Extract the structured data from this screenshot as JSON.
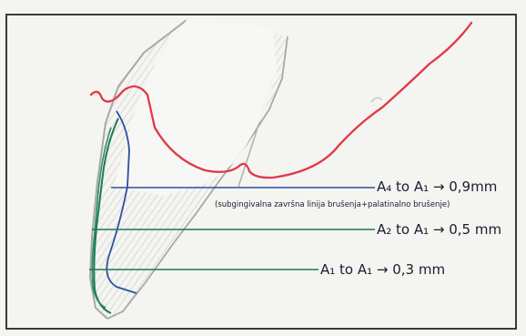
{
  "labels": {
    "line1": "A₄ to A₁ → 0,9mm",
    "line1_note": "(subgingivalna završna linija brušenja+palatinalno brušenje)",
    "line2": "A₂ to A₁ → 0,5 mm",
    "line3": "A₁ to A₁ → 0,3 mm"
  },
  "colors": {
    "paper": "#f4f4f1",
    "frame": "#3a3a3a",
    "gingiva": "#e0394a",
    "tooth_outline": "#a8a8a8",
    "tooth_shade": "#c9c9c5",
    "blue_line": "#2d4fa3",
    "green_line": "#1d7a52",
    "green_inner": "#2d8f5e",
    "label_ink": "#1c1c2e"
  }
}
